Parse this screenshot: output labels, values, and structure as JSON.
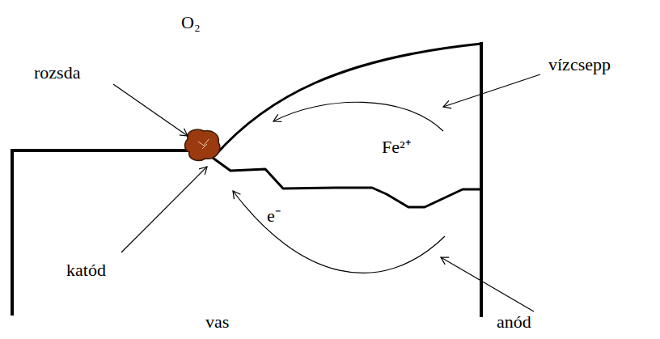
{
  "diagram": {
    "labels": [
      "O₂",
      "rozsda",
      "vízcsepp",
      "Fe²⁺",
      "katód",
      "e⁻",
      "vas",
      "anód"
    ]
  }
}
